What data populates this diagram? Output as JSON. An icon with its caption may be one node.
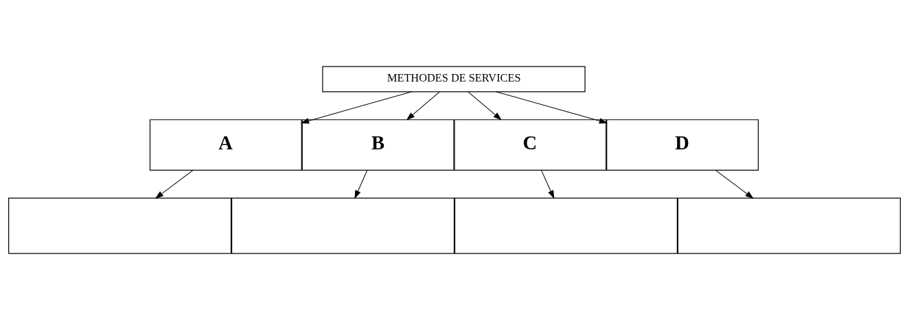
{
  "diagram": {
    "nodes": [
      {
        "text": [
          "METHODES DE SERVICES"
        ]
      },
      {
        "text": [
          "A"
        ]
      },
      {
        "text": [
          "B"
        ]
      },
      {
        "text": [
          "C"
        ]
      },
      {
        "text": [
          "D"
        ]
      },
      {
        "text": [],
        "shape": "box"
      },
      {
        "text": [],
        "shape": "box"
      },
      {
        "text": [],
        "shape": "box"
      },
      {
        "text": [],
        "shape": "box"
      }
    ],
    "edges": [
      {
        "from": 0,
        "to": 1,
        "arrow": "to"
      },
      {
        "from": 0,
        "to": 2,
        "arrow": "to"
      },
      {
        "from": 0,
        "to": 3,
        "arrow": "to"
      },
      {
        "from": 0,
        "to": 4,
        "arrow": "to"
      },
      {
        "from": 1,
        "to": 5,
        "arrow": "to"
      },
      {
        "from": 2,
        "to": 6,
        "arrow": "to"
      },
      {
        "from": 3,
        "to": 7,
        "arrow": "to"
      },
      {
        "from": 4,
        "to": 8,
        "arrow": "to"
      }
    ]
  }
}
